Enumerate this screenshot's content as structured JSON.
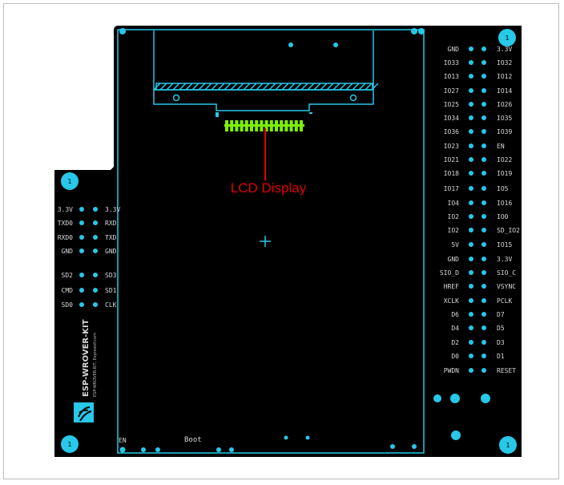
{
  "colors": {
    "board": "#000000",
    "trace": "#27c8e8",
    "pin": "#27c8e8",
    "connector": "#7cf000",
    "callout": "#e00000",
    "label": "#d8d8d8"
  },
  "callout": {
    "label": "LCD Display"
  },
  "board": {
    "silkscreen_title": "ESP-WROVER-KIT",
    "silkscreen_subtitle": "ESP-WROVER-KIT, Espressif.com",
    "boot_label": "Boot",
    "en_label": "EN"
  },
  "left_header": {
    "left_labels": [
      "3.3V",
      "TXD0",
      "RXD0",
      "GND",
      "SD2",
      "CMD",
      "SD0"
    ],
    "right_labels": [
      "3.3V",
      "RXD",
      "TXD",
      "GND",
      "SD3",
      "SD1",
      "CLK"
    ]
  },
  "right_header": {
    "left_labels": [
      "GND",
      "IO33",
      "IO13",
      "IO27",
      "IO25",
      "IO34",
      "IO36",
      "IO23",
      "IO21",
      "IO18",
      "IO17",
      "IO4",
      "IO2",
      "IO2",
      "5V",
      "GND",
      "SIO_D",
      "HREF",
      "XCLK",
      "D6",
      "D4",
      "D2",
      "D0",
      "PWDN"
    ],
    "right_labels": [
      "3.3V",
      "IO32",
      "IO12",
      "IO14",
      "IO26",
      "IO35",
      "IO39",
      "EN",
      "IO22",
      "IO19",
      "IO5",
      "IO16",
      "IO0",
      "SD_IO2",
      "IO15",
      "3.3V",
      "SIO_C",
      "VSYNC",
      "PCLK",
      "D7",
      "D5",
      "D3",
      "D1",
      "RESET"
    ]
  }
}
